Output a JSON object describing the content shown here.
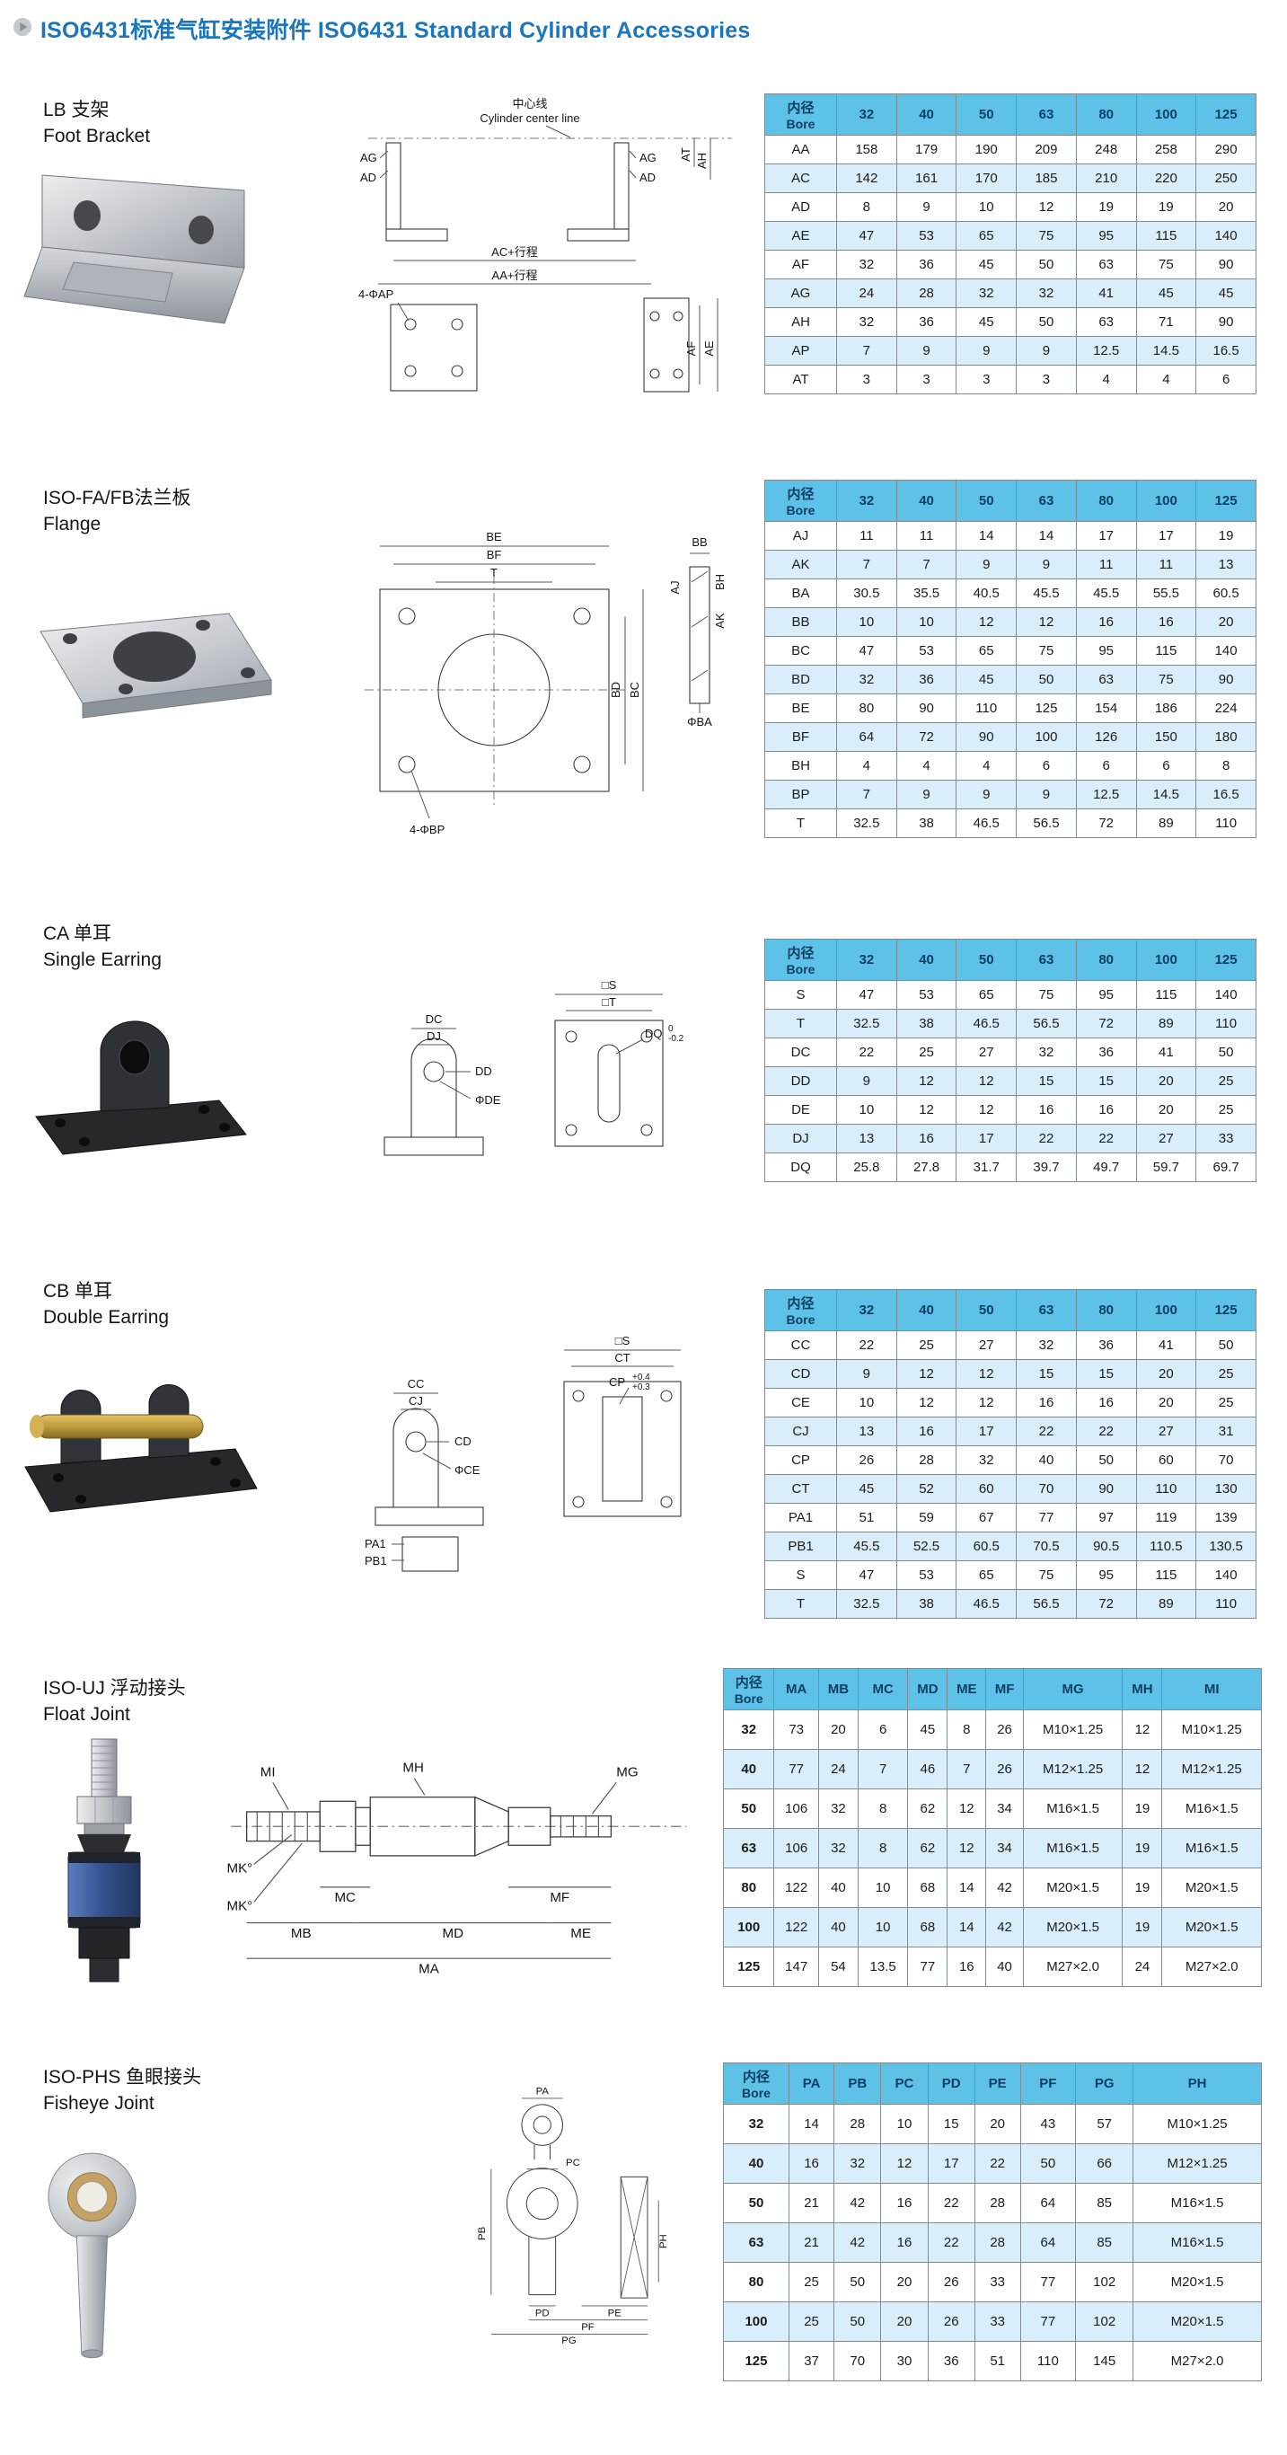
{
  "page": {
    "title": "ISO6431标准气缸安装附件 ISO6431 Standard Cylinder Accessories"
  },
  "sections": [
    {
      "title_zh": "LB 支架",
      "title_en": "Foot Bracket",
      "drawing": {
        "centerline_zh": "中心线",
        "centerline_en": "Cylinder center line",
        "ag": "AG",
        "ad": "AD",
        "ac_stroke": "AC+行程",
        "aa_stroke": "AA+行程",
        "ap": "4-ΦAP",
        "at": "AT",
        "ah": "AH",
        "af": "AF",
        "ae": "AE"
      },
      "table": {
        "header_zh": "内径",
        "header_en": "Bore",
        "columns": [
          "32",
          "40",
          "50",
          "63",
          "80",
          "100",
          "125"
        ],
        "rows": [
          {
            "label": "AA",
            "values": [
              "158",
              "179",
              "190",
              "209",
              "248",
              "258",
              "290"
            ]
          },
          {
            "label": "AC",
            "values": [
              "142",
              "161",
              "170",
              "185",
              "210",
              "220",
              "250"
            ]
          },
          {
            "label": "AD",
            "values": [
              "8",
              "9",
              "10",
              "12",
              "19",
              "19",
              "20"
            ]
          },
          {
            "label": "AE",
            "values": [
              "47",
              "53",
              "65",
              "75",
              "95",
              "115",
              "140"
            ]
          },
          {
            "label": "AF",
            "values": [
              "32",
              "36",
              "45",
              "50",
              "63",
              "75",
              "90"
            ]
          },
          {
            "label": "AG",
            "values": [
              "24",
              "28",
              "32",
              "32",
              "41",
              "45",
              "45"
            ]
          },
          {
            "label": "AH",
            "values": [
              "32",
              "36",
              "45",
              "50",
              "63",
              "71",
              "90"
            ]
          },
          {
            "label": "AP",
            "values": [
              "7",
              "9",
              "9",
              "9",
              "12.5",
              "14.5",
              "16.5"
            ]
          },
          {
            "label": "AT",
            "values": [
              "3",
              "3",
              "3",
              "3",
              "4",
              "4",
              "6"
            ]
          }
        ]
      }
    },
    {
      "title_zh": "ISO-FA/FB法兰板",
      "title_en": "Flange",
      "drawing": {
        "bb": "BB",
        "bh": "BH",
        "ak": "AK",
        "aj": "AJ",
        "ba": "ΦBA",
        "be": "BE",
        "bf": "BF",
        "t": "T",
        "bd": "BD",
        "bc": "BC",
        "bp": "4-ΦBP"
      },
      "table": {
        "header_zh": "内径",
        "header_en": "Bore",
        "columns": [
          "32",
          "40",
          "50",
          "63",
          "80",
          "100",
          "125"
        ],
        "rows": [
          {
            "label": "AJ",
            "values": [
              "11",
              "11",
              "14",
              "14",
              "17",
              "17",
              "19"
            ]
          },
          {
            "label": "AK",
            "values": [
              "7",
              "7",
              "9",
              "9",
              "11",
              "11",
              "13"
            ]
          },
          {
            "label": "BA",
            "values": [
              "30.5",
              "35.5",
              "40.5",
              "45.5",
              "45.5",
              "55.5",
              "60.5"
            ]
          },
          {
            "label": "BB",
            "values": [
              "10",
              "10",
              "12",
              "12",
              "16",
              "16",
              "20"
            ]
          },
          {
            "label": "BC",
            "values": [
              "47",
              "53",
              "65",
              "75",
              "95",
              "115",
              "140"
            ]
          },
          {
            "label": "BD",
            "values": [
              "32",
              "36",
              "45",
              "50",
              "63",
              "75",
              "90"
            ]
          },
          {
            "label": "BE",
            "values": [
              "80",
              "90",
              "110",
              "125",
              "154",
              "186",
              "224"
            ]
          },
          {
            "label": "BF",
            "values": [
              "64",
              "72",
              "90",
              "100",
              "126",
              "150",
              "180"
            ]
          },
          {
            "label": "BH",
            "values": [
              "4",
              "4",
              "4",
              "6",
              "6",
              "6",
              "8"
            ]
          },
          {
            "label": "BP",
            "values": [
              "7",
              "9",
              "9",
              "9",
              "12.5",
              "14.5",
              "16.5"
            ]
          },
          {
            "label": "T",
            "values": [
              "32.5",
              "38",
              "46.5",
              "56.5",
              "72",
              "89",
              "110"
            ]
          }
        ]
      }
    },
    {
      "title_zh": "CA 单耳",
      "title_en": "Single Earring",
      "drawing": {
        "dc": "DC",
        "dj": "DJ",
        "s": "□S",
        "t": "□T",
        "dq": "DQ",
        "tol_top": "0",
        "tol_bot": "-0.2",
        "dd": "DD",
        "de": "ΦDE"
      },
      "table": {
        "header_zh": "内径",
        "header_en": "Bore",
        "columns": [
          "32",
          "40",
          "50",
          "63",
          "80",
          "100",
          "125"
        ],
        "rows": [
          {
            "label": "S",
            "values": [
              "47",
              "53",
              "65",
              "75",
              "95",
              "115",
              "140"
            ]
          },
          {
            "label": "T",
            "values": [
              "32.5",
              "38",
              "46.5",
              "56.5",
              "72",
              "89",
              "110"
            ]
          },
          {
            "label": "DC",
            "values": [
              "22",
              "25",
              "27",
              "32",
              "36",
              "41",
              "50"
            ]
          },
          {
            "label": "DD",
            "values": [
              "9",
              "12",
              "12",
              "15",
              "15",
              "20",
              "25"
            ]
          },
          {
            "label": "DE",
            "values": [
              "10",
              "12",
              "12",
              "16",
              "16",
              "20",
              "25"
            ]
          },
          {
            "label": "DJ",
            "values": [
              "13",
              "16",
              "17",
              "22",
              "22",
              "27",
              "33"
            ]
          },
          {
            "label": "DQ",
            "values": [
              "25.8",
              "27.8",
              "31.7",
              "39.7",
              "49.7",
              "59.7",
              "69.7"
            ]
          }
        ]
      }
    },
    {
      "title_zh": "CB 单耳",
      "title_en": "Double Earring",
      "drawing": {
        "cc": "CC",
        "cj": "CJ",
        "s": "□S",
        "ct": "CT",
        "cp": "CP",
        "tol_top": "+0.4",
        "tol_bot": "+0.3",
        "cd": "CD",
        "ce": "ΦCE",
        "pa1": "PA1",
        "pb1": "PB1"
      },
      "table": {
        "header_zh": "内径",
        "header_en": "Bore",
        "columns": [
          "32",
          "40",
          "50",
          "63",
          "80",
          "100",
          "125"
        ],
        "rows": [
          {
            "label": "CC",
            "values": [
              "22",
              "25",
              "27",
              "32",
              "36",
              "41",
              "50"
            ]
          },
          {
            "label": "CD",
            "values": [
              "9",
              "12",
              "12",
              "15",
              "15",
              "20",
              "25"
            ]
          },
          {
            "label": "CE",
            "values": [
              "10",
              "12",
              "12",
              "16",
              "16",
              "20",
              "25"
            ]
          },
          {
            "label": "CJ",
            "values": [
              "13",
              "16",
              "17",
              "22",
              "22",
              "27",
              "31"
            ]
          },
          {
            "label": "CP",
            "values": [
              "26",
              "28",
              "32",
              "40",
              "50",
              "60",
              "70"
            ]
          },
          {
            "label": "CT",
            "values": [
              "45",
              "52",
              "60",
              "70",
              "90",
              "110",
              "130"
            ]
          },
          {
            "label": "PA1",
            "values": [
              "51",
              "59",
              "67",
              "77",
              "97",
              "119",
              "139"
            ]
          },
          {
            "label": "PB1",
            "values": [
              "45.5",
              "52.5",
              "60.5",
              "70.5",
              "90.5",
              "110.5",
              "130.5"
            ]
          },
          {
            "label": "S",
            "values": [
              "47",
              "53",
              "65",
              "75",
              "95",
              "115",
              "140"
            ]
          },
          {
            "label": "T",
            "values": [
              "32.5",
              "38",
              "46.5",
              "56.5",
              "72",
              "89",
              "110"
            ]
          }
        ]
      }
    },
    {
      "title_zh": "ISO-UJ 浮动接头",
      "title_en": "Float Joint",
      "drawing": {
        "mi": "MI",
        "mh": "MH",
        "mg": "MG",
        "mk": "MK°",
        "mc": "MC",
        "mf": "MF",
        "mb": "MB",
        "md": "MD",
        "me": "ME",
        "ma": "MA"
      },
      "table": {
        "header_zh": "内径",
        "header_en": "Bore",
        "columns": [
          "MA",
          "MB",
          "MC",
          "MD",
          "ME",
          "MF",
          "MG",
          "MH",
          "MI"
        ],
        "rows": [
          {
            "label": "32",
            "values": [
              "73",
              "20",
              "6",
              "45",
              "8",
              "26",
              "M10×1.25",
              "12",
              "M10×1.25"
            ]
          },
          {
            "label": "40",
            "values": [
              "77",
              "24",
              "7",
              "46",
              "7",
              "26",
              "M12×1.25",
              "12",
              "M12×1.25"
            ]
          },
          {
            "label": "50",
            "values": [
              "106",
              "32",
              "8",
              "62",
              "12",
              "34",
              "M16×1.5",
              "19",
              "M16×1.5"
            ]
          },
          {
            "label": "63",
            "values": [
              "106",
              "32",
              "8",
              "62",
              "12",
              "34",
              "M16×1.5",
              "19",
              "M16×1.5"
            ]
          },
          {
            "label": "80",
            "values": [
              "122",
              "40",
              "10",
              "68",
              "14",
              "42",
              "M20×1.5",
              "19",
              "M20×1.5"
            ]
          },
          {
            "label": "100",
            "values": [
              "122",
              "40",
              "10",
              "68",
              "14",
              "42",
              "M20×1.5",
              "19",
              "M20×1.5"
            ]
          },
          {
            "label": "125",
            "values": [
              "147",
              "54",
              "13.5",
              "77",
              "16",
              "40",
              "M27×2.0",
              "24",
              "M27×2.0"
            ]
          }
        ]
      }
    },
    {
      "title_zh": "ISO-PHS 鱼眼接头",
      "title_en": "Fisheye Joint",
      "drawing": {
        "pa": "PA",
        "pc": "PC",
        "pb": "PB",
        "ph": "PH",
        "pd": "PD",
        "pe": "PE",
        "pf": "PF",
        "pg": "PG"
      },
      "table": {
        "header_zh": "内径",
        "header_en": "Bore",
        "columns": [
          "PA",
          "PB",
          "PC",
          "PD",
          "PE",
          "PF",
          "PG",
          "PH"
        ],
        "rows": [
          {
            "label": "32",
            "values": [
              "14",
              "28",
              "10",
              "15",
              "20",
              "43",
              "57",
              "M10×1.25"
            ]
          },
          {
            "label": "40",
            "values": [
              "16",
              "32",
              "12",
              "17",
              "22",
              "50",
              "66",
              "M12×1.25"
            ]
          },
          {
            "label": "50",
            "values": [
              "21",
              "42",
              "16",
              "22",
              "28",
              "64",
              "85",
              "M16×1.5"
            ]
          },
          {
            "label": "63",
            "values": [
              "21",
              "42",
              "16",
              "22",
              "28",
              "64",
              "85",
              "M16×1.5"
            ]
          },
          {
            "label": "80",
            "values": [
              "25",
              "50",
              "20",
              "26",
              "33",
              "77",
              "102",
              "M20×1.5"
            ]
          },
          {
            "label": "100",
            "values": [
              "25",
              "50",
              "20",
              "26",
              "33",
              "77",
              "102",
              "M20×1.5"
            ]
          },
          {
            "label": "125",
            "values": [
              "37",
              "70",
              "30",
              "36",
              "51",
              "110",
              "145",
              "M27×2.0"
            ]
          }
        ]
      }
    }
  ]
}
